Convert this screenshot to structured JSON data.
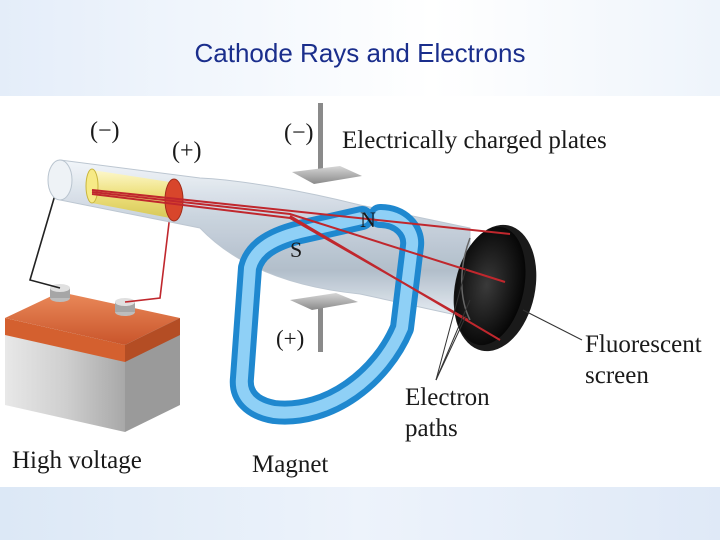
{
  "slide": {
    "title": "Cathode Rays and Electrons"
  },
  "diagram": {
    "labels": {
      "cathode_sign": "(−)",
      "anode_sign": "(+)",
      "top_plate_sign": "(−)",
      "bottom_plate_sign": "(+)",
      "plates": "Electrically charged plates",
      "magnet_north": "N",
      "magnet_south": "S",
      "screen_line1": "Fluorescent",
      "screen_line2": "screen",
      "paths_line1": "Electron",
      "paths_line2": "paths",
      "battery": "High voltage",
      "magnet": "Magnet"
    }
  },
  "colors": {
    "title": "#1a2e8c",
    "beam": "#c0272d",
    "magnet": "#4aa6e0",
    "battery": "#d9663a"
  }
}
